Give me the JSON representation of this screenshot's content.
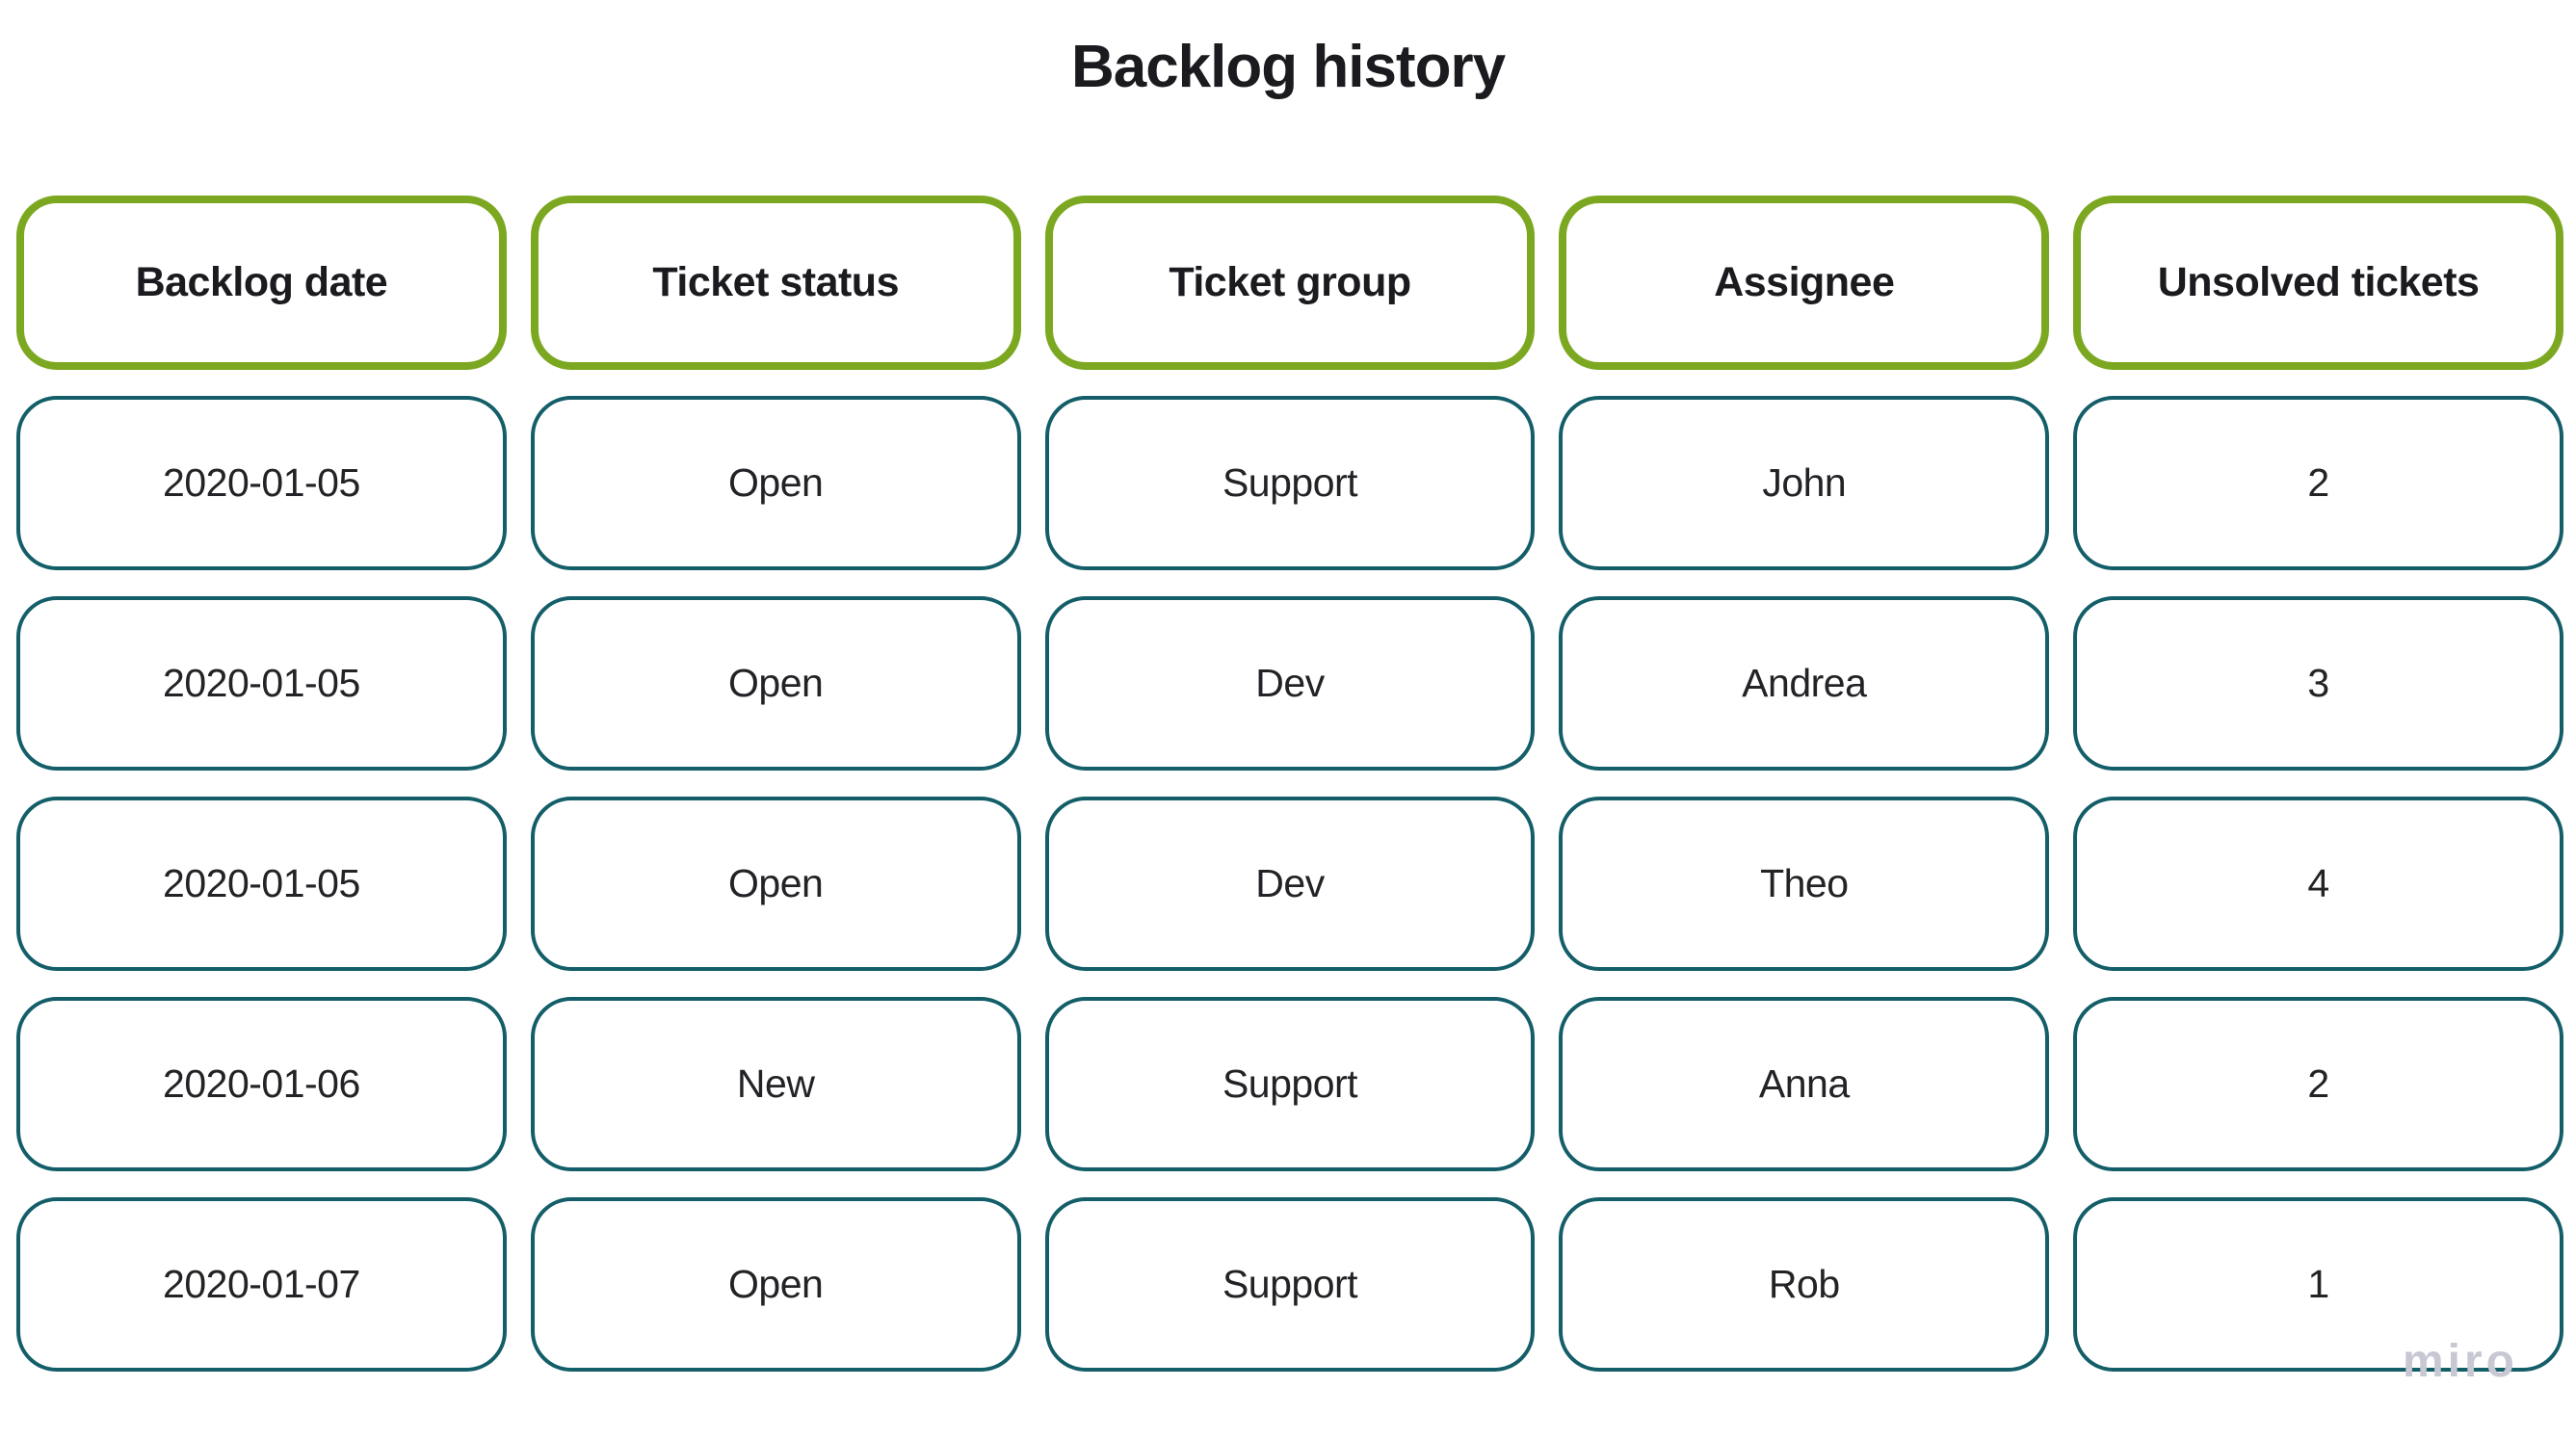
{
  "title": "Backlog history",
  "watermark": "miro",
  "colors": {
    "header_border": "#7CA821",
    "cell_border": "#135E68",
    "title_text": "#1b1b1f",
    "cell_text": "#232327",
    "watermark_text": "#c8c8d4",
    "background": "#ffffff"
  },
  "table": {
    "columns": [
      "Backlog date",
      "Ticket status",
      "Ticket group",
      "Assignee",
      "Unsolved tickets"
    ],
    "rows": [
      [
        "2020-01-05",
        "Open",
        "Support",
        "John",
        "2"
      ],
      [
        "2020-01-05",
        "Open",
        "Dev",
        "Andrea",
        "3"
      ],
      [
        "2020-01-05",
        "Open",
        "Dev",
        "Theo",
        "4"
      ],
      [
        "2020-01-06",
        "New",
        "Support",
        "Anna",
        "2"
      ],
      [
        "2020-01-07",
        "Open",
        "Support",
        "Rob",
        "1"
      ]
    ]
  },
  "chart_data": {
    "type": "table",
    "title": "Backlog history",
    "columns": [
      "Backlog date",
      "Ticket status",
      "Ticket group",
      "Assignee",
      "Unsolved tickets"
    ],
    "rows": [
      [
        "2020-01-05",
        "Open",
        "Support",
        "John",
        2
      ],
      [
        "2020-01-05",
        "Open",
        "Dev",
        "Andrea",
        3
      ],
      [
        "2020-01-05",
        "Open",
        "Dev",
        "Theo",
        4
      ],
      [
        "2020-01-06",
        "New",
        "Support",
        "Anna",
        2
      ],
      [
        "2020-01-07",
        "Open",
        "Support",
        "Rob",
        1
      ]
    ],
    "layout_hints": {
      "header_style": "green-outlined rounded rectangles",
      "body_style": "teal-outlined rounded rectangles",
      "grid": "detached rounded cells with white gaps"
    }
  }
}
